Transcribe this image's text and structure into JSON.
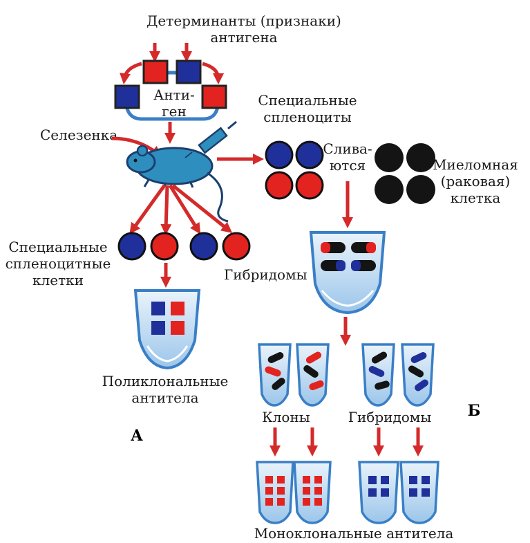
{
  "labels": {
    "determinants_1": "Детерминанты (признаки)",
    "determinants_2": "антигена",
    "antigen_1": "Анти-",
    "antigen_2": "ген",
    "spleen": "Селезенка",
    "special_splenocytes_1": "Специальные",
    "special_splenocytes_2": "спленоциты",
    "fuse_1": "Слива-",
    "fuse_2": "ются",
    "myeloma_1": "Миеломная",
    "myeloma_2": "(раковая)",
    "myeloma_3": "клетка",
    "splenocyte_cells_1": "Специальные",
    "splenocyte_cells_2": "спленоцитные",
    "splenocyte_cells_3": "клетки",
    "hybridomas_main": "Гибридомы",
    "polyclonal_1": "Поликлональные",
    "polyclonal_2": "антитела",
    "clones": "Клоны",
    "hybridomas_small": "Гибридомы",
    "monoclonal": "Моноклональные антитела",
    "panel_a": "А",
    "panel_b": "Б"
  },
  "colors": {
    "red": "#e3231f",
    "blue": "#20309a",
    "black": "#141414",
    "arrow": "#d42a2a",
    "vessel": "#3a7fc6",
    "vessel_light": "#cfe4f6"
  }
}
